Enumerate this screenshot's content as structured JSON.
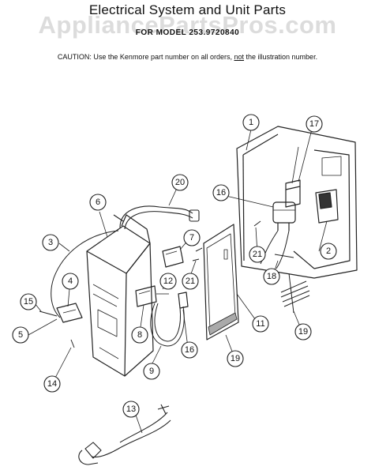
{
  "header": {
    "title": "Electrical System and Unit Parts",
    "subtitle": "FOR MODEL 253.9720840",
    "watermark": "AppliancePartsPros.com"
  },
  "caution": {
    "prefix": "CAUTION:  Use the Kenmore part number on all orders, ",
    "emphasis": "not",
    "suffix": " the illustration number."
  },
  "callouts": [
    "1",
    "2",
    "3",
    "4",
    "5",
    "6",
    "7",
    "8",
    "9",
    "11",
    "12",
    "13",
    "14",
    "15",
    "16",
    "16",
    "17",
    "18",
    "19",
    "19",
    "20",
    "21",
    "21"
  ]
}
